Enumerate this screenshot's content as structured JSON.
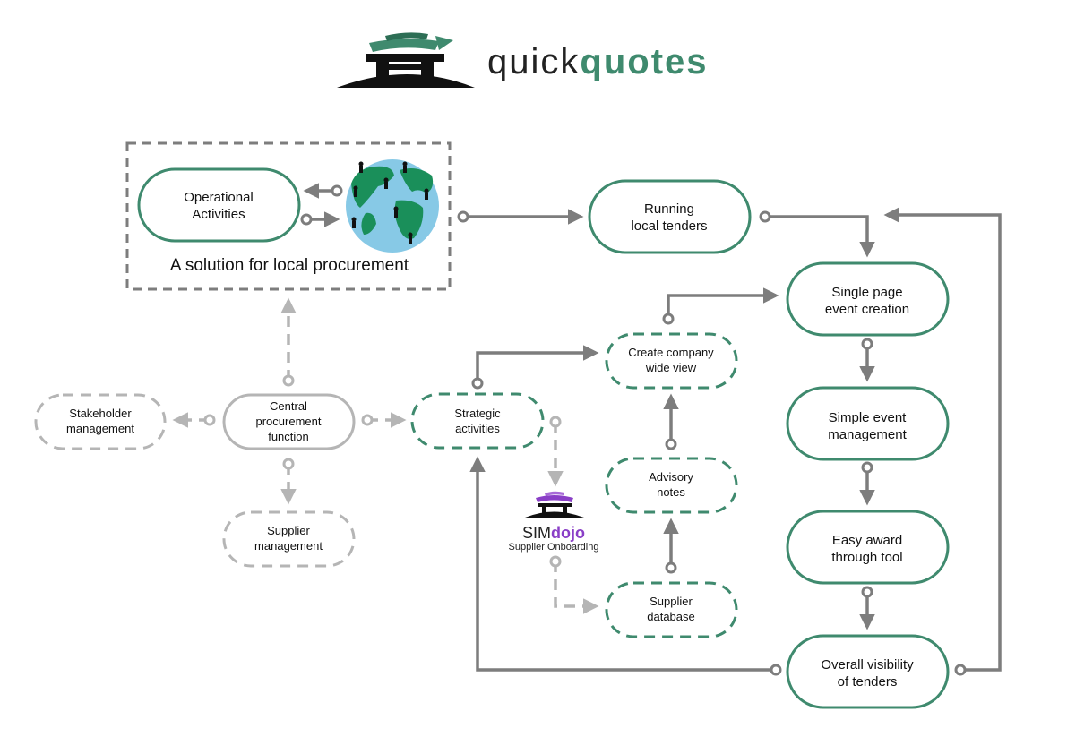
{
  "header": {
    "brand_light": "quick",
    "brand_bold": "quotes"
  },
  "colors": {
    "green": "#3f8a6e",
    "grey": "#7d7d7d",
    "light_grey": "#b5b5b5",
    "globe_ocean": "#87c9e6",
    "globe_land": "#1a8f5a",
    "simdojo_purple": "#8a3fc7"
  },
  "region": {
    "caption": "A solution for local procurement"
  },
  "nodes": {
    "operational": [
      "Operational",
      "Activities"
    ],
    "running": [
      "Running",
      "local tenders"
    ],
    "single_page": [
      "Single page",
      "event creation"
    ],
    "simple_event": [
      "Simple event",
      "management"
    ],
    "easy_award": [
      "Easy award",
      "through tool"
    ],
    "overall": [
      "Overall visibility",
      "of tenders"
    ],
    "create_company": [
      "Create company",
      "wide view"
    ],
    "strategic": [
      "Strategic",
      "activities"
    ],
    "advisory": [
      "Advisory",
      "notes"
    ],
    "supplier_db": [
      "Supplier",
      "database"
    ],
    "central": [
      "Central",
      "procurement",
      "function"
    ],
    "stakeholder": [
      "Stakeholder",
      "management"
    ],
    "supplier_mgmt": [
      "Supplier",
      "management"
    ]
  },
  "simdojo": {
    "brand_light": "SIM",
    "brand_bold": "dojo",
    "subtitle": "Supplier Onboarding"
  }
}
